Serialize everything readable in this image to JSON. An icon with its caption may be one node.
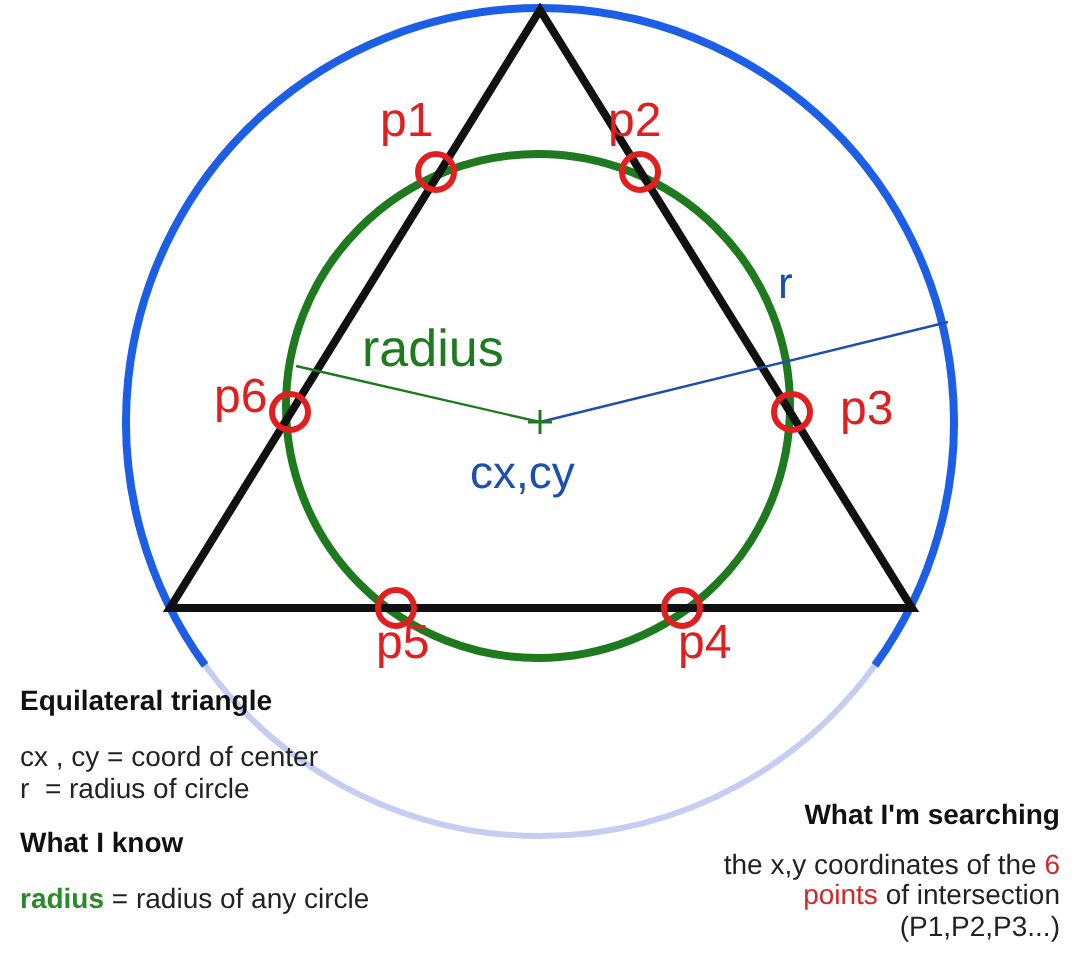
{
  "diagram": {
    "labels": [
      "p1",
      "p2",
      "r",
      "radius",
      "p6",
      "p3",
      "cx,cy",
      "p5",
      "p4",
      "Equilateral triangle",
      "cx , cy = coord of center",
      "r  = radius of circle",
      "What I'm searching",
      "What I know",
      "the x,y coordinates of the *6 points* of intersection (P1,P2,P3...)",
      "**radius** = radius of any circle"
    ]
  }
}
